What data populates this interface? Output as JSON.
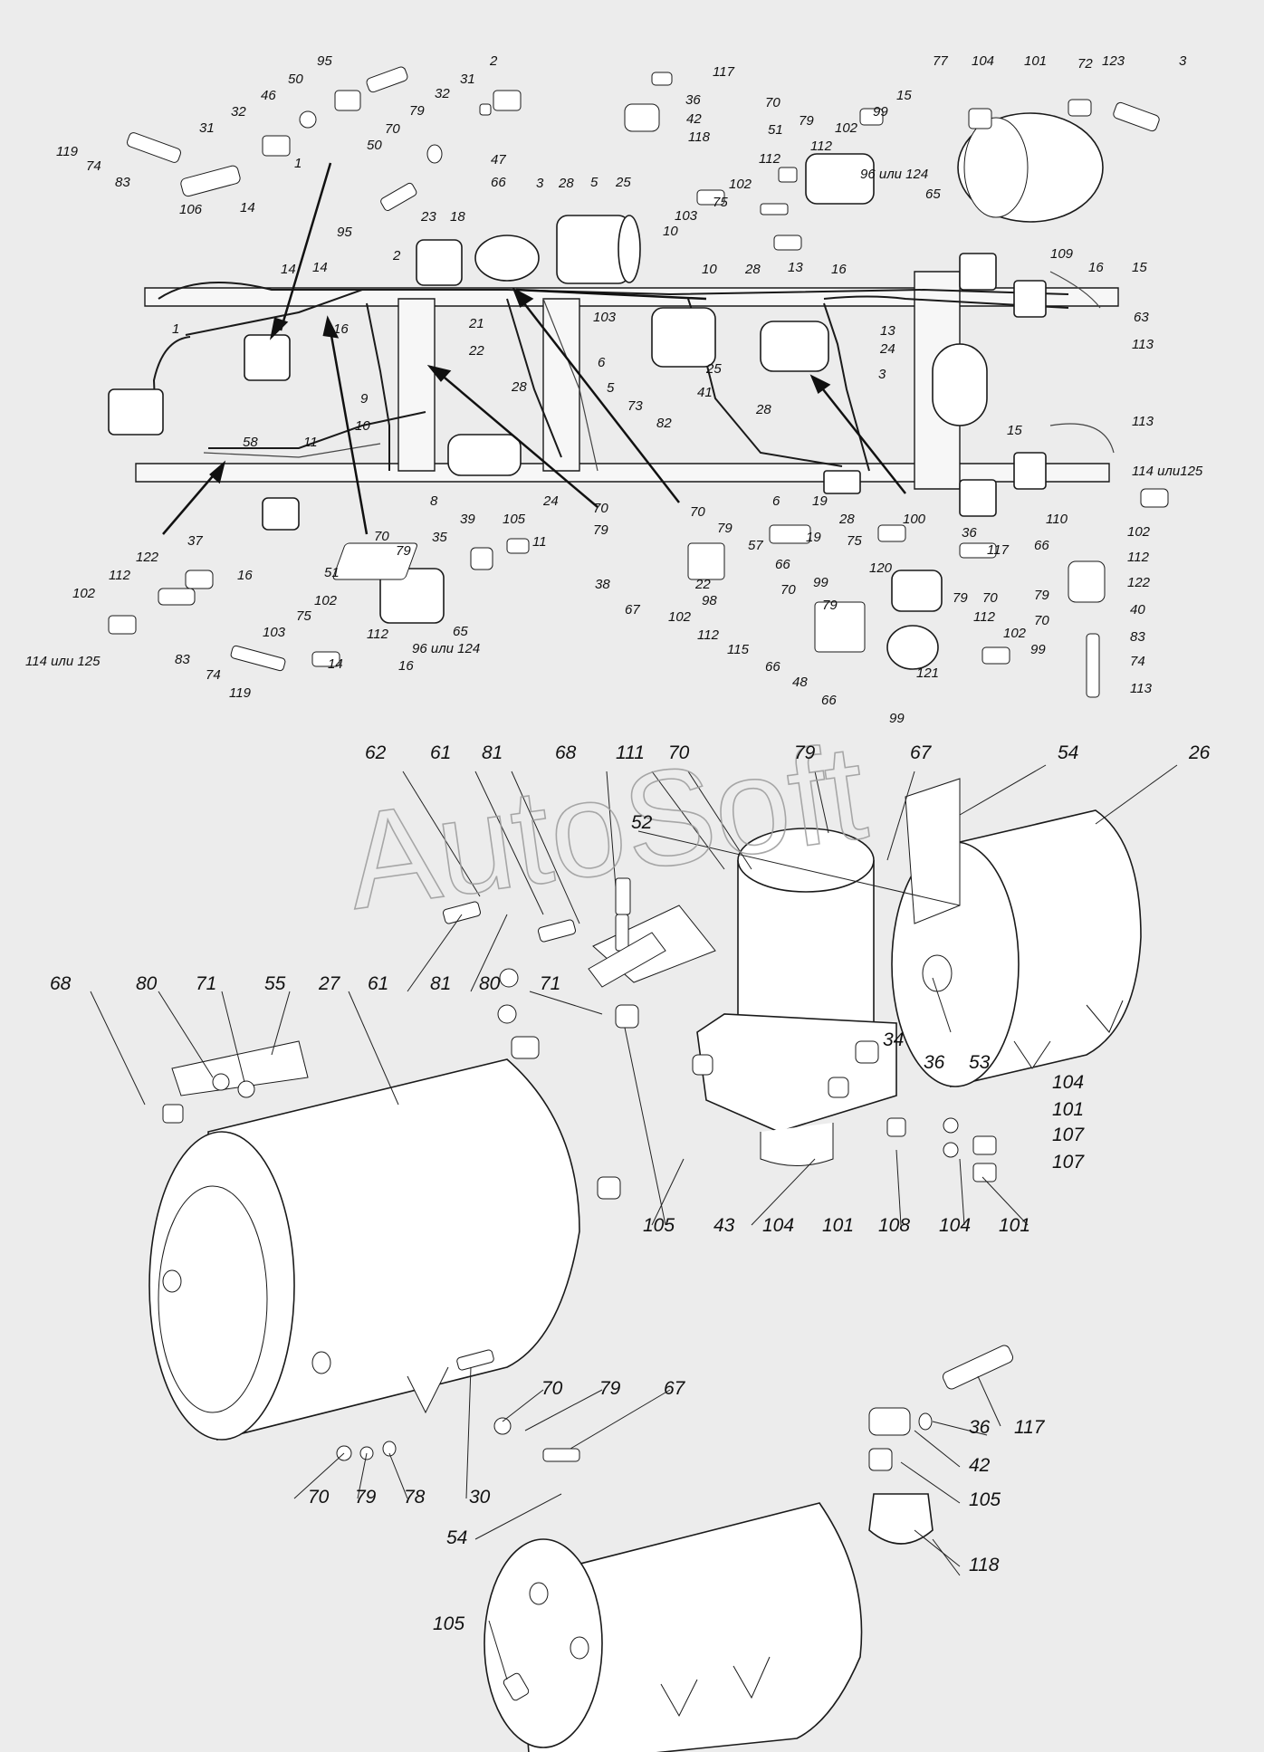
{
  "watermark": "AutoSoft",
  "labels": {
    "l1": "1",
    "l2": "2",
    "l3": "3",
    "l5": "5",
    "l6": "6",
    "l8": "8",
    "l9": "9",
    "l10": "10",
    "l11": "11",
    "l13": "13",
    "l14": "14",
    "l15": "15",
    "l16": "16",
    "l18": "18",
    "l19": "19",
    "l21": "21",
    "l22": "22",
    "l23": "23",
    "l24": "24",
    "l25": "25",
    "l26": "26",
    "l27": "27",
    "l28": "28",
    "l30": "30",
    "l31": "31",
    "l32": "32",
    "l34": "34",
    "l35": "35",
    "l36": "36",
    "l37": "37",
    "l38": "38",
    "l39": "39",
    "l40": "40",
    "l41": "41",
    "l42": "42",
    "l43": "43",
    "l46": "46",
    "l47": "47",
    "l48": "48",
    "l50": "50",
    "l51": "51",
    "l52": "52",
    "l53": "53",
    "l54": "54",
    "l55": "55",
    "l57": "57",
    "l58": "58",
    "l61": "61",
    "l62": "62",
    "l63": "63",
    "l65": "65",
    "l66": "66",
    "l67": "67",
    "l68": "68",
    "l70": "70",
    "l71": "71",
    "l72": "72",
    "l73": "73",
    "l74": "74",
    "l75": "75",
    "l77": "77",
    "l78": "78",
    "l79": "79",
    "l80": "80",
    "l81": "81",
    "l82": "82",
    "l83": "83",
    "l95": "95",
    "l96or124": "96 или 124",
    "l98": "98",
    "l99": "99",
    "l100": "100",
    "l101": "101",
    "l102": "102",
    "l103": "103",
    "l104": "104",
    "l105": "105",
    "l106": "106",
    "l107": "107",
    "l108": "108",
    "l109": "109",
    "l110": "110",
    "l111": "111",
    "l112": "112",
    "l113": "113",
    "l114or125": "114 или 125",
    "l114ili125": "114 или125",
    "l115": "115",
    "l117": "117",
    "l118": "118",
    "l119": "119",
    "l120": "120",
    "l121": "121",
    "l122": "122",
    "l123": "123"
  }
}
